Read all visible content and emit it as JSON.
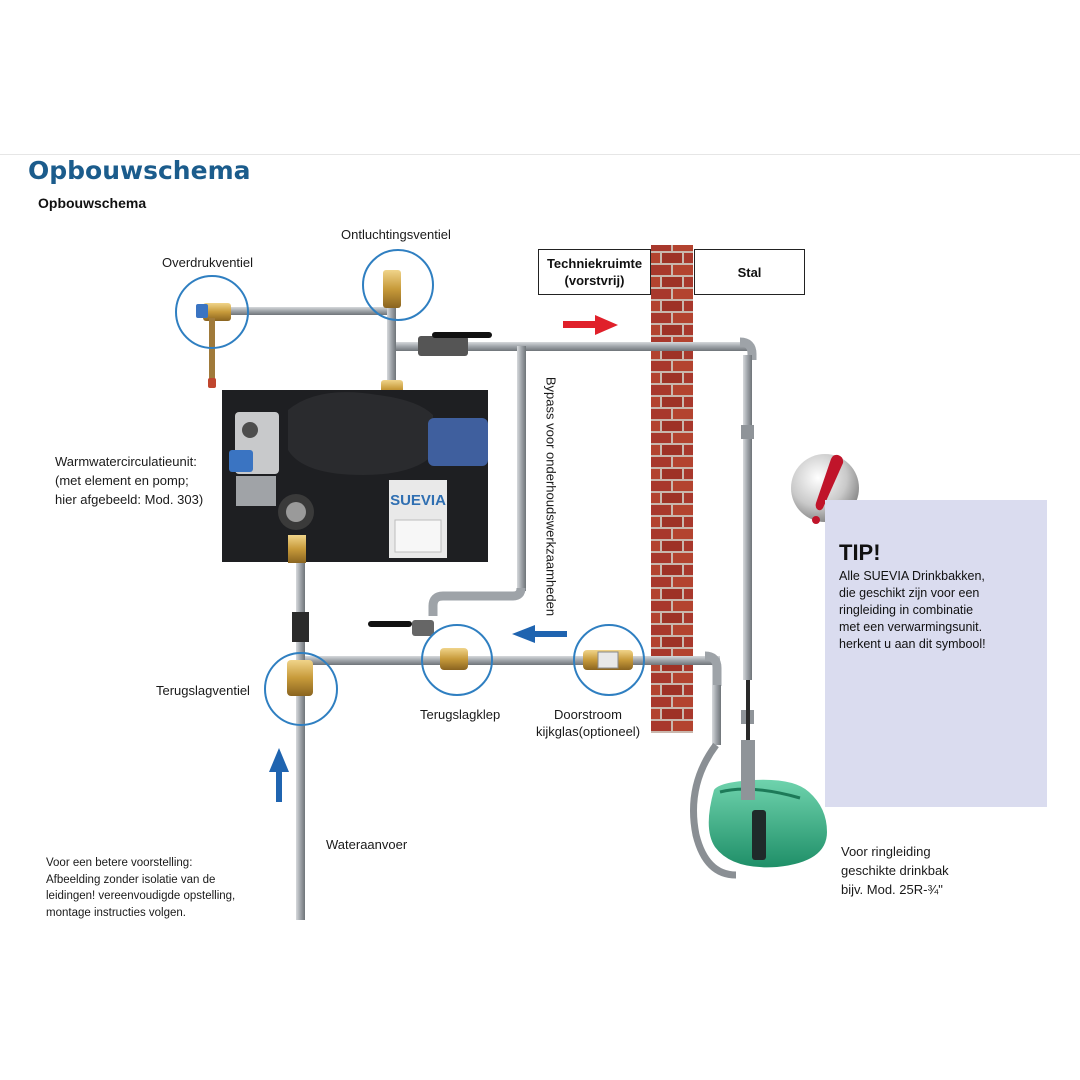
{
  "page": {
    "title": "Opbouwschema",
    "subtitle": "Opbouwschema"
  },
  "labels": {
    "overdrukventiel": "Overdrukventiel",
    "ontluchtingsventiel": "Ontluchtingsventiel",
    "techniekruimte_line1": "Techniekruimte",
    "techniekruimte_line2": "(vorstvrij)",
    "stal": "Stal",
    "unit_line1": "Warmwatercirculatieunit:",
    "unit_line2": "(met element en pomp;",
    "unit_line3": "hier afgebeeld: Mod. 303)",
    "bypass": "Bypass voor onderhoudswerkzaamheden",
    "terugslagventiel": "Terugslagventiel",
    "terugslagklep": "Terugslagklep",
    "doorstroom_line1": "Doorstroom",
    "doorstroom_line2": "kijkglas(optioneel)",
    "wateraanvoer": "Wateraanvoer",
    "drinkbak_line1": "Voor ringleiding",
    "drinkbak_line2": "geschikte drinkbak",
    "drinkbak_line3": "bijv. Mod. 25R-¾\""
  },
  "brand": {
    "logo_text": "SUEVIA"
  },
  "note": {
    "line1": "Voor een betere voorstelling:",
    "line2": "Afbeelding zonder isolatie van de",
    "line3": "leidingen! vereenvoudigde opstelling,",
    "line4": "montage instructies volgen."
  },
  "tip": {
    "title": "TIP!",
    "line1": "Alle SUEVIA Drinkbakken,",
    "line2": "die geschikt zijn voor een",
    "line3": "ringleiding in combinatie",
    "line4": "met een verwarmingsunit.",
    "line5": "herkent u aan dit symbool!"
  },
  "colors": {
    "title_blue": "#1b5c8c",
    "callout_circle": "#2f7fc1",
    "flow_arrow_blue": "#1f64b0",
    "flow_arrow_red": "#e0202a",
    "pipe": "#a9adb1",
    "brick": "#a8382c",
    "tip_background": "#dadcef",
    "drinking_bowl": "#3cb38a"
  },
  "icons": [
    "warning-exclamation-icon",
    "heating-cycle-symbol-icon",
    "heating-element-icon",
    "drinking-bowl-icon",
    "power-thermometer-icon",
    "flow-arrow-right-icon",
    "flow-arrow-left-icon",
    "flow-arrow-up-icon"
  ]
}
